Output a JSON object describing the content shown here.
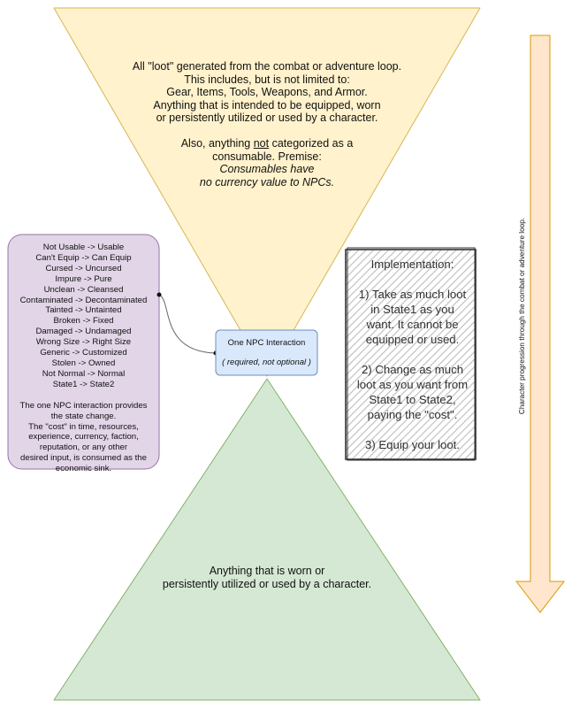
{
  "top_triangle": {
    "lines_a": [
      "All \"loot\" generated from the combat or adventure loop.",
      "This includes, but is not limited to:",
      "Gear, Items, Tools, Weapons, and Armor.",
      "Anything that is intended to be equipped, worn",
      "or persistently utilized or used by a character."
    ],
    "also_prefix": "Also, anything ",
    "also_underlined": "not",
    "also_suffix": " categorized as a",
    "line_consumable": "consumable. Premise:",
    "italic_1": "Consumables have",
    "italic_2": "no currency value to NPCs.",
    "fill": "#fff2cc",
    "stroke": "#d6b656"
  },
  "bottom_triangle": {
    "line_1": "Anything that is worn or",
    "line_2": "persistently utilized or used by a character.",
    "fill": "#d5e8d4",
    "stroke": "#82b366"
  },
  "state_list": {
    "items": [
      "Not Usable -> Usable",
      "Can't Equip -> Can Equip",
      "Cursed -> Uncursed",
      "Impure -> Pure",
      "Unclean -> Cleansed",
      "Contaminated -> Decontaminated",
      "Tainted -> Untainted",
      "Broken -> Fixed",
      "Damaged -> Undamaged",
      "Wrong Size -> Right Size",
      "Generic -> Customized",
      "Stolen -> Owned",
      "Not Normal -> Normal",
      "State1 -> State2"
    ],
    "note": [
      "The one NPC interaction provides",
      "the state change.",
      "The \"cost\" in time, resources,",
      "experience, currency, faction,",
      "reputation, or any other",
      "desired input, is consumed as the",
      "economic sink."
    ],
    "fill": "#e1d5e7",
    "stroke": "#9673a6"
  },
  "npc_box": {
    "title": "One NPC Interaction",
    "subtitle": "( required, not optional )",
    "fill": "#dae8fc",
    "stroke": "#6c8ebf"
  },
  "implementation": {
    "heading": "Implementation:",
    "step_1": [
      "1) Take as much loot",
      "in State1 as you",
      "want.  It cannot be",
      "equipped or used."
    ],
    "step_2": [
      "2) Change as much",
      "loot as you want from",
      "State1 to State2,",
      "paying the \"cost\"."
    ],
    "step_3": "3) Equip your loot."
  },
  "progression_arrow": {
    "label": "Character progression through the combat or adventure loop.",
    "fill": "#ffe6cc",
    "stroke": "#d79b00"
  }
}
